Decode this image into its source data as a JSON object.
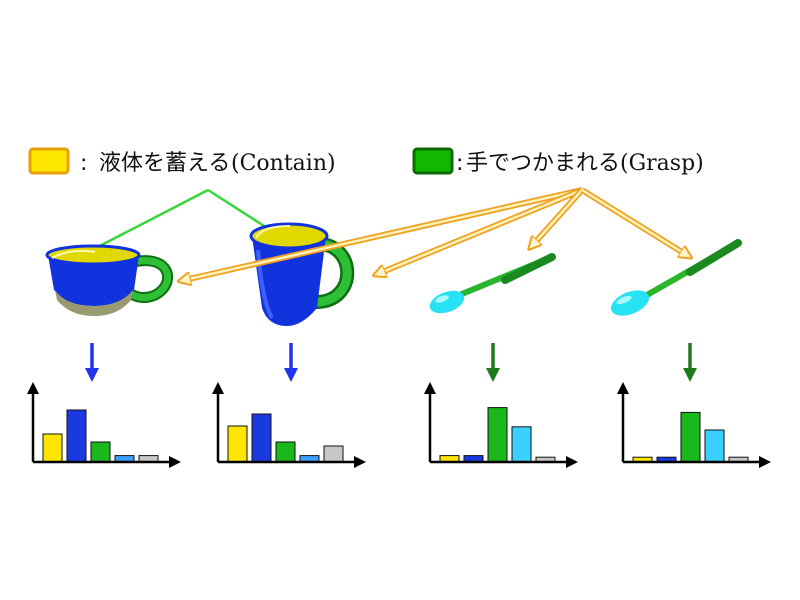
{
  "legend": {
    "contain": {
      "label": "液体を蓄える",
      "tag": "(Contain)",
      "sep": ":",
      "color": "#ffe800",
      "border": "#e8a000"
    },
    "grasp": {
      "label": "手でつかまれる",
      "tag": "(Grasp)",
      "sep": ":",
      "color": "#11b800",
      "border": "#0a6a00"
    }
  },
  "colors": {
    "arrow_contain": "#37d63a",
    "arrow_grasp": "#f5b82a",
    "down_blue": "#2233ee",
    "down_green": "#1e7a1e",
    "cup_blue": "#1133dd",
    "cup_yellow": "#e8e000",
    "handle_green": "#23a82a",
    "spoon_cyan": "#27e2f2",
    "spoon_green": "#29b52e"
  },
  "objects": [
    {
      "name": "teacup",
      "icon": "teacup-icon"
    },
    {
      "name": "mug",
      "icon": "mug-icon"
    },
    {
      "name": "spoon-1",
      "icon": "spoon-icon"
    },
    {
      "name": "spoon-2",
      "icon": "spoon-icon"
    }
  ],
  "chart_data": [
    {
      "type": "bar",
      "object": "teacup",
      "arrow_color": "blue",
      "values": [
        0.35,
        0.65,
        0.25,
        0.08,
        0.08
      ],
      "colors": [
        "#ffe600",
        "#1a3ae0",
        "#1ab81a",
        "#3aa0ff",
        "#c8c8c8"
      ]
    },
    {
      "type": "bar",
      "object": "mug",
      "arrow_color": "blue",
      "values": [
        0.45,
        0.6,
        0.25,
        0.08,
        0.2
      ],
      "colors": [
        "#ffe600",
        "#1a3ae0",
        "#1ab81a",
        "#3aa0ff",
        "#c8c8c8"
      ]
    },
    {
      "type": "bar",
      "object": "spoon-1",
      "arrow_color": "green",
      "values": [
        0.08,
        0.08,
        0.68,
        0.44,
        0.06
      ],
      "colors": [
        "#ffe600",
        "#1a3ae0",
        "#1ab81a",
        "#3ad0ff",
        "#c8c8c8"
      ]
    },
    {
      "type": "bar",
      "object": "spoon-2",
      "arrow_color": "green",
      "values": [
        0.06,
        0.06,
        0.62,
        0.4,
        0.06
      ],
      "colors": [
        "#ffe600",
        "#1a3ae0",
        "#1ab81a",
        "#3ad0ff",
        "#c8c8c8"
      ]
    }
  ]
}
